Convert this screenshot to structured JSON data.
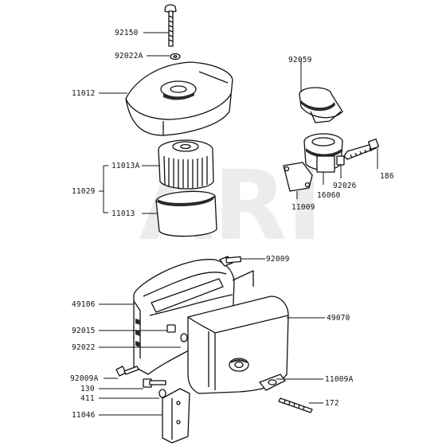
{
  "watermark": "ARI",
  "parts": [
    {
      "id": "92150"
    },
    {
      "id": "92022A"
    },
    {
      "id": "11012"
    },
    {
      "id": "11013A"
    },
    {
      "id": "11029"
    },
    {
      "id": "11013"
    },
    {
      "id": "92059"
    },
    {
      "id": "186"
    },
    {
      "id": "92026"
    },
    {
      "id": "16060"
    },
    {
      "id": "11009"
    },
    {
      "id": "92009"
    },
    {
      "id": "49106"
    },
    {
      "id": "49070"
    },
    {
      "id": "92015"
    },
    {
      "id": "92022"
    },
    {
      "id": "92009A"
    },
    {
      "id": "130"
    },
    {
      "id": "411"
    },
    {
      "id": "11009A"
    },
    {
      "id": "172"
    },
    {
      "id": "11046"
    }
  ]
}
